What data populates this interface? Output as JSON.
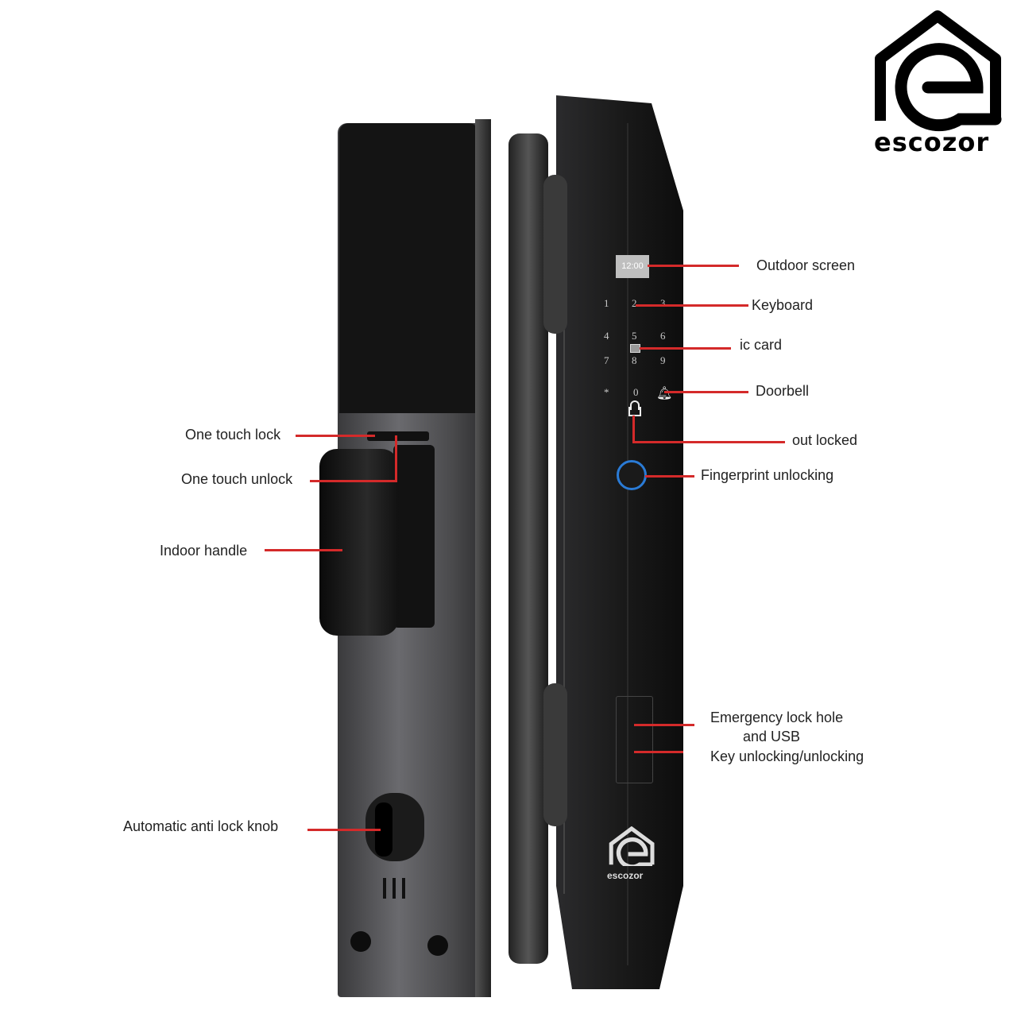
{
  "brand": {
    "name": "escozor",
    "watermark": "escozor"
  },
  "colors": {
    "callout": "#d42a2a",
    "lock_body": "#1a1a1a",
    "panel": "#4a4a4c",
    "fingerprint_ring": "#2a7bd6"
  },
  "screen": {
    "text": "12:00"
  },
  "keypad": [
    "1",
    "2",
    "3",
    "4",
    "5",
    "6",
    "7",
    "8",
    "9",
    "*",
    "0"
  ],
  "labels": {
    "outdoor_screen": "Outdoor screen",
    "keyboard": "Keyboard",
    "ic_card": "ic card",
    "doorbell": "Doorbell",
    "out_locked": "out locked",
    "fingerprint": "Fingerprint unlocking",
    "emergency_1": "Emergency lock hole",
    "emergency_2": "and USB",
    "key_unlocking": "Key unlocking/unlocking",
    "one_touch_lock": "One touch lock",
    "one_touch_unlock": "One touch unlock",
    "indoor_handle": "Indoor handle",
    "anti_lock_knob": "Automatic anti lock knob"
  }
}
